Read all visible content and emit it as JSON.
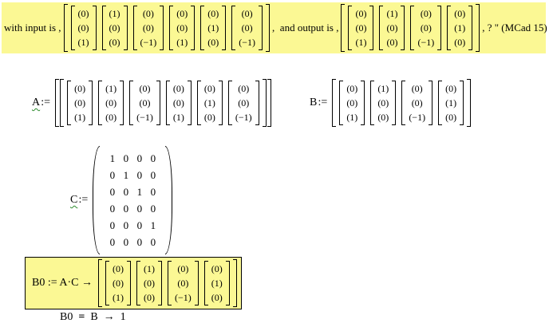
{
  "colors": {
    "highlight": "#fbf894",
    "box_border": "#000000",
    "wavy_underline": "#2e8b2e",
    "text": "#000000"
  },
  "top_band": {
    "prefix": "with input is ,",
    "input_vectors": [
      [
        "(0)",
        "(0)",
        "(1)"
      ],
      [
        "(1)",
        "(0)",
        "(0)"
      ],
      [
        "(0)",
        "(0)",
        "(−1)"
      ],
      [
        "(0)",
        "(0)",
        "(1)"
      ],
      [
        "(0)",
        "(1)",
        "(0)"
      ],
      [
        "(0)",
        "(0)",
        "(−1)"
      ]
    ],
    "middle": ",  and output is ,",
    "output_vectors": [
      [
        "(0)",
        "(0)",
        "(1)"
      ],
      [
        "(1)",
        "(0)",
        "(0)"
      ],
      [
        "(0)",
        "(0)",
        "(−1)"
      ],
      [
        "(0)",
        "(1)",
        "(0)"
      ]
    ],
    "suffix": ", ? \" (MCad 15)"
  },
  "definition_A": {
    "name": "A",
    "assign": ":=",
    "vectors": [
      [
        "(0)",
        "(0)",
        "(1)"
      ],
      [
        "(1)",
        "(0)",
        "(0)"
      ],
      [
        "(0)",
        "(0)",
        "(−1)"
      ],
      [
        "(0)",
        "(0)",
        "(1)"
      ],
      [
        "(0)",
        "(1)",
        "(0)"
      ],
      [
        "(0)",
        "(0)",
        "(−1)"
      ]
    ]
  },
  "definition_B": {
    "name": "B",
    "assign": ":=",
    "vectors": [
      [
        "(0)",
        "(0)",
        "(1)"
      ],
      [
        "(1)",
        "(0)",
        "(0)"
      ],
      [
        "(0)",
        "(0)",
        "(−1)"
      ],
      [
        "(0)",
        "(1)",
        "(0)"
      ]
    ]
  },
  "definition_C": {
    "name": "C",
    "assign": ":=",
    "matrix_rows": [
      [
        "1",
        "0",
        "0",
        "0"
      ],
      [
        "0",
        "1",
        "0",
        "0"
      ],
      [
        "0",
        "0",
        "1",
        "0"
      ],
      [
        "0",
        "0",
        "0",
        "0"
      ],
      [
        "0",
        "0",
        "0",
        "1"
      ],
      [
        "0",
        "0",
        "0",
        "0"
      ]
    ]
  },
  "definition_B0": {
    "name": "B0",
    "assign": ":=",
    "expression": "A·C",
    "arrow": "→",
    "vectors": [
      [
        "(0)",
        "(0)",
        "(1)"
      ],
      [
        "(1)",
        "(0)",
        "(0)"
      ],
      [
        "(0)",
        "(0)",
        "(−1)"
      ],
      [
        "(0)",
        "(1)",
        "(0)"
      ]
    ]
  },
  "verification": {
    "lhs": "B0",
    "equals": "=",
    "rhs": "B",
    "arrow": "→",
    "result": "1"
  }
}
